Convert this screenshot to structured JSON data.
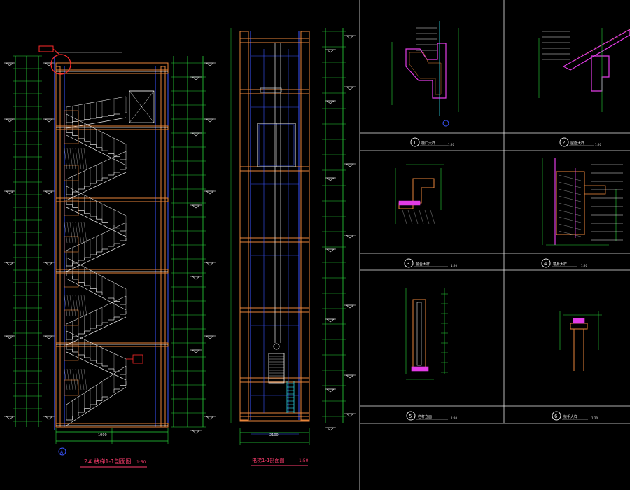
{
  "drawing": {
    "background": "#000000",
    "colors": {
      "line_white": "#e8e8e8",
      "line_green": "#27d63a",
      "line_blue": "#3a55ff",
      "line_orange": "#e8853a",
      "line_red": "#ff2a2a",
      "line_magenta": "#e23ce6",
      "line_cyan": "#2ed6e6",
      "line_yellow": "#e6e62e",
      "text_yellow": "#e6d63c",
      "text_green": "#43e04b"
    }
  },
  "section_1": {
    "title": "2# 楼梯1-1剖面图",
    "scale": "1:50",
    "axis_bubble": "A",
    "dim_bottom": "1000"
  },
  "section_2": {
    "title": "电梯1-1剖面图",
    "scale": "1:50",
    "dim_bottom": "2100"
  },
  "details": [
    {
      "num": "1",
      "title": "檐口大样",
      "scale": "1:20"
    },
    {
      "num": "2",
      "title": "屋面大样",
      "scale": "1:20"
    },
    {
      "num": "3",
      "title": "窗台大样",
      "scale": "1:20"
    },
    {
      "num": "4",
      "title": "墙身大样",
      "scale": "1:20"
    },
    {
      "num": "5",
      "title": "栏杆立面",
      "scale": "1:20"
    },
    {
      "num": "6",
      "title": "扶手大样",
      "scale": "1:20"
    }
  ]
}
